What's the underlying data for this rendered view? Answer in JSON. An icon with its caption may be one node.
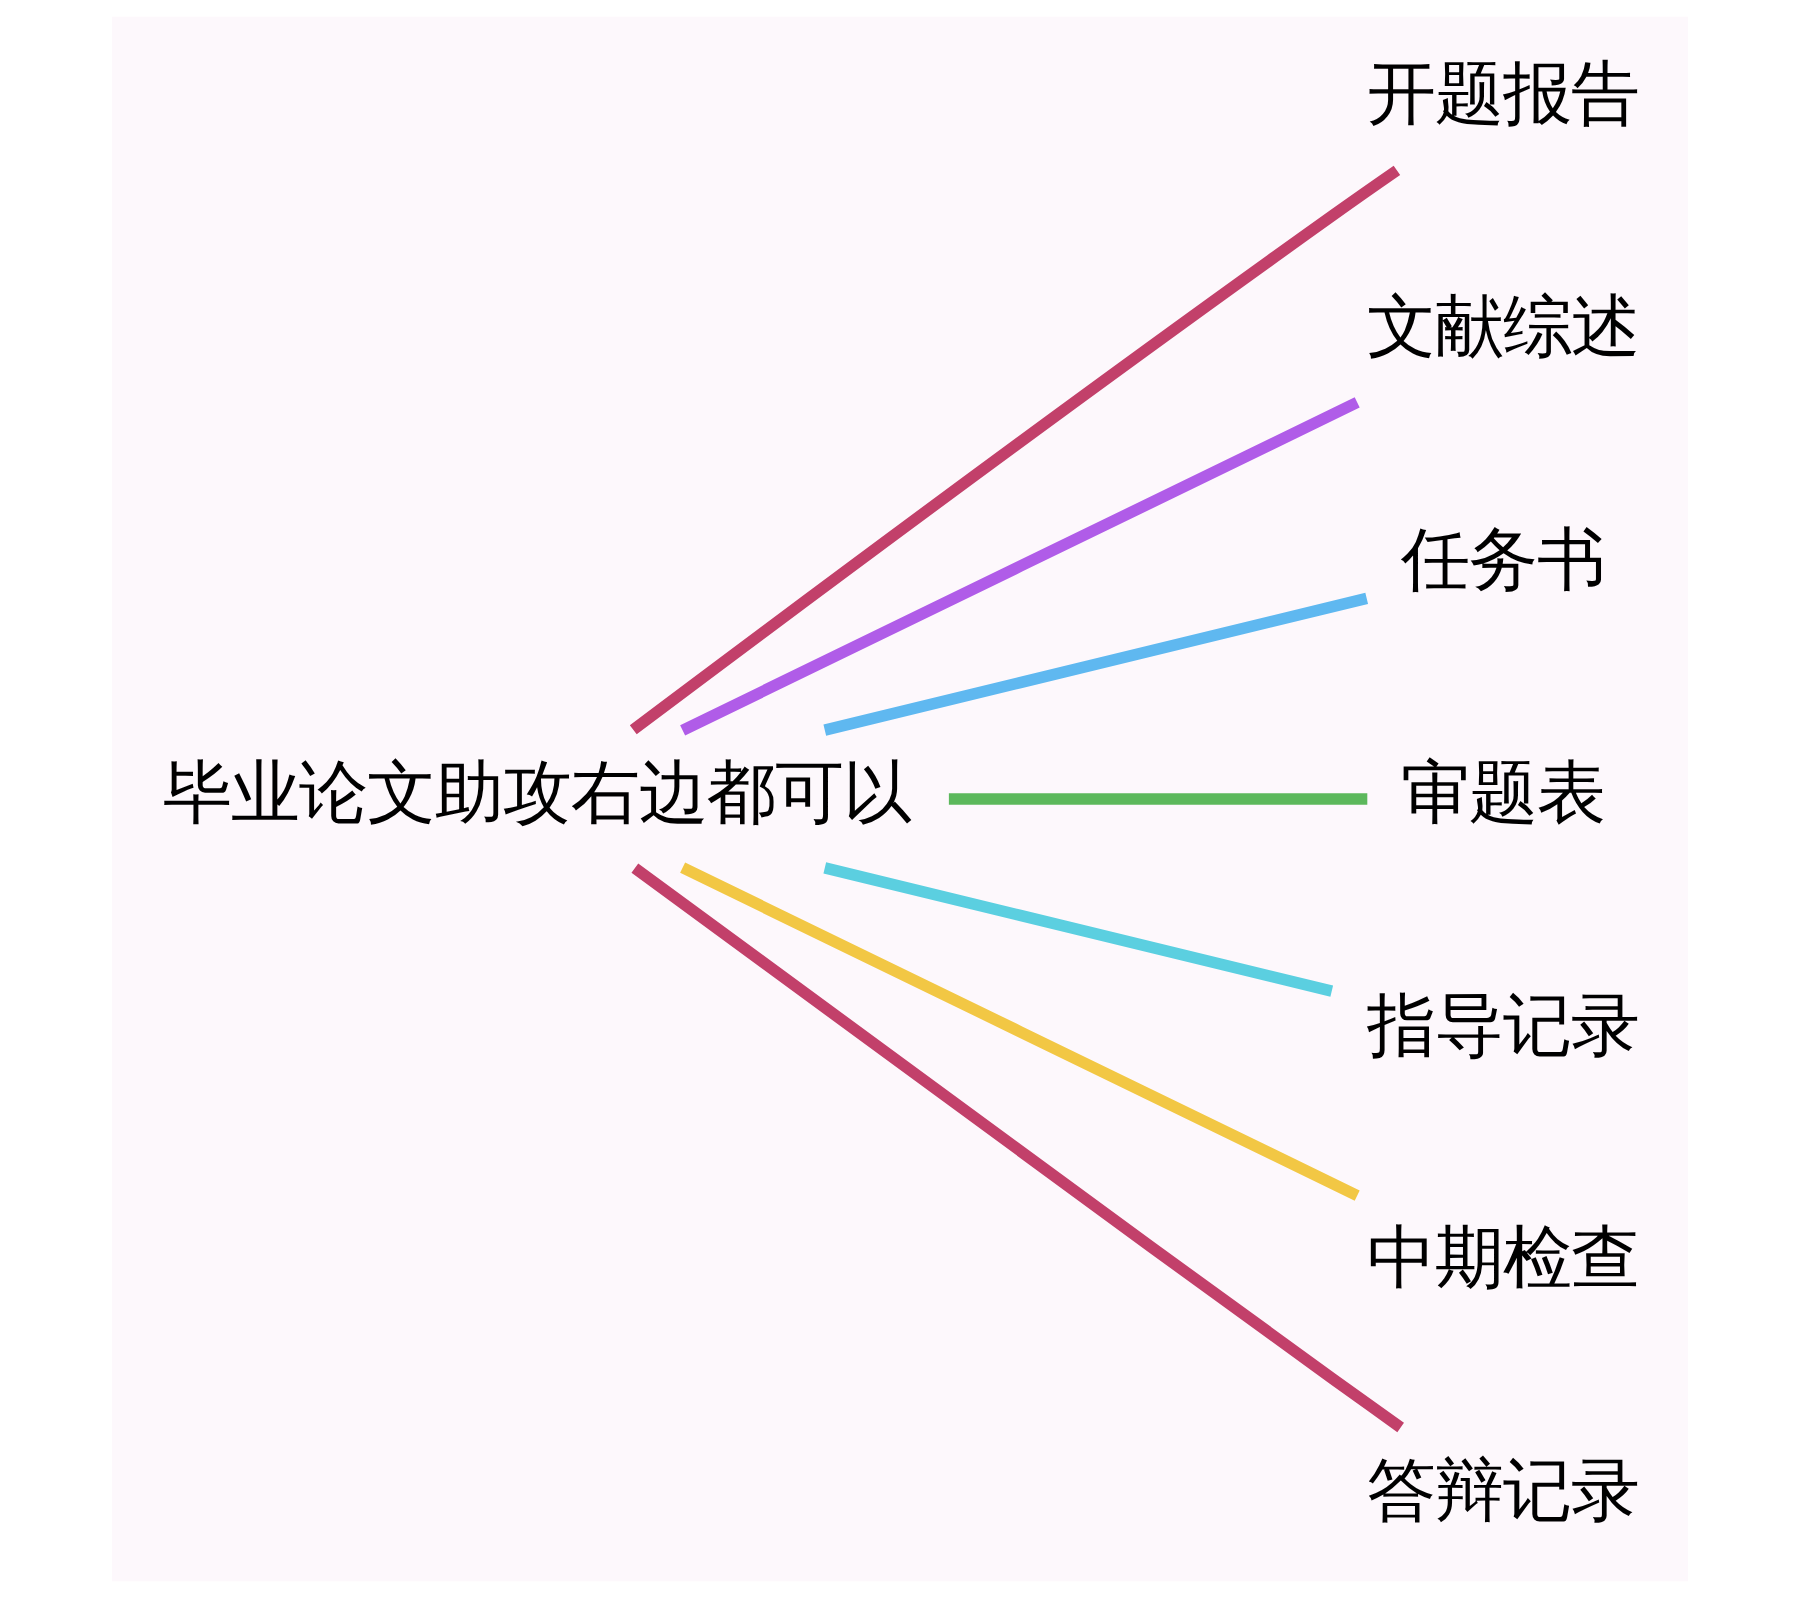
{
  "diagram": {
    "nodes": [
      {
        "text": [
          "毕业论文助攻右边都可以"
        ]
      },
      {
        "text": [
          "开题报告"
        ]
      },
      {
        "text": [
          "文献综述"
        ]
      },
      {
        "text": [
          "任务书"
        ]
      },
      {
        "text": [
          "审题表"
        ]
      },
      {
        "text": [
          "指导记录"
        ]
      },
      {
        "text": [
          "中期检查"
        ]
      },
      {
        "text": [
          "答辩记录"
        ]
      }
    ],
    "edges": [
      {
        "from": 0,
        "to": 1,
        "arrow": "none",
        "color": "#c2406a"
      },
      {
        "from": 0,
        "to": 2,
        "arrow": "none",
        "color": "#b05ce8"
      },
      {
        "from": 0,
        "to": 3,
        "arrow": "none",
        "color": "#5fb8f0"
      },
      {
        "from": 0,
        "to": 4,
        "arrow": "none",
        "color": "#5cb85c"
      },
      {
        "from": 0,
        "to": 5,
        "arrow": "none",
        "color": "#5bcfe0"
      },
      {
        "from": 0,
        "to": 6,
        "arrow": "none",
        "color": "#f2c744"
      },
      {
        "from": 0,
        "to": 7,
        "arrow": "none",
        "color": "#c2406a"
      }
    ]
  }
}
